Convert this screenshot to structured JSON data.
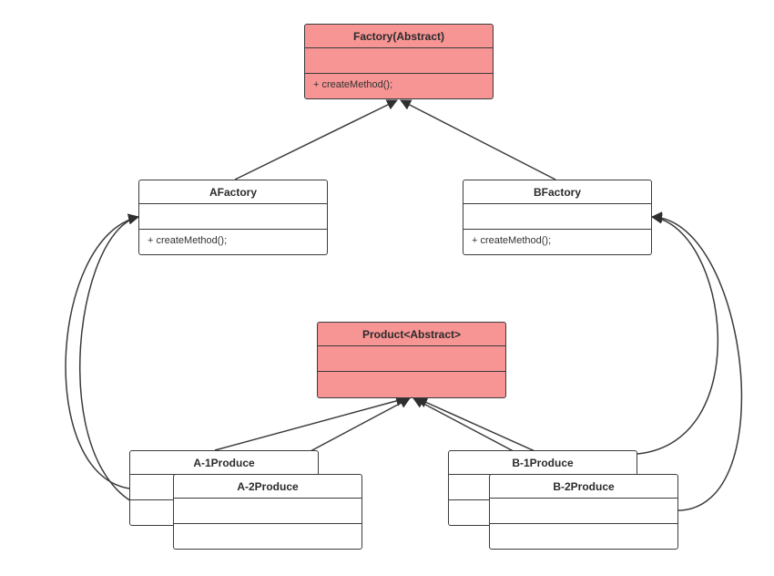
{
  "diagram": {
    "factory_abstract": {
      "name": "Factory(Abstract)",
      "method": "+ createMethod();"
    },
    "afactory": {
      "name": "AFactory",
      "method": "+ createMethod();"
    },
    "bfactory": {
      "name": "BFactory",
      "method": "+ createMethod();"
    },
    "product_abstract": {
      "name": "Product<Abstract>"
    },
    "a1_produce": {
      "name": "A-1Produce"
    },
    "a2_produce": {
      "name": "A-2Produce"
    },
    "b1_produce": {
      "name": "B-1Produce"
    },
    "b2_produce": {
      "name": "B-2Produce"
    },
    "colors": {
      "abstract_fill": "#f79494",
      "line": "#3b3b3b",
      "fill": "#ffffff"
    }
  }
}
